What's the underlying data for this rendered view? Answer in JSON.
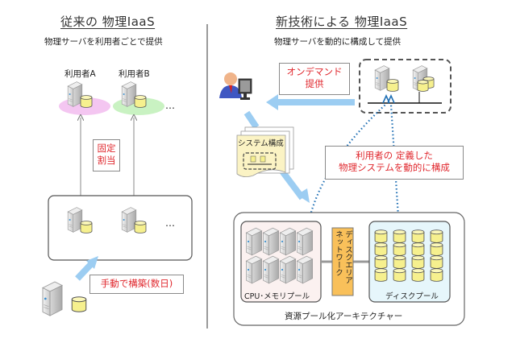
{
  "left": {
    "title": "従来の 物理IaaS",
    "subtitle": "物理サーバを利用者ごとで提供",
    "users": [
      {
        "label": "利用者A",
        "halo_color": "#f4c6f1"
      },
      {
        "label": "利用者B",
        "halo_color": "#c9f2c2"
      }
    ],
    "ellipsis_top": "…",
    "ellipsis_bottom": "…",
    "fixed_label_line1": "固定",
    "fixed_label_line2": "割当",
    "manual_label": "手動で構築(数日)"
  },
  "right": {
    "title": "新技術による 物理IaaS",
    "subtitle": "物理サーバを動的に構成して提供",
    "ondemand_line1": "オンデマンド",
    "ondemand_line2": "提供",
    "system_config_label": "システム構成",
    "dynamic_line1": "利用者の 定義した",
    "dynamic_line2": "物理システムを動的に構成",
    "cpu_pool_label": "CPU･メモリプール",
    "network_line1": "ディスクエリア",
    "network_line2": "ネットワーク",
    "disk_pool_label": "ディスクプール",
    "architecture_label": "資源プール化アーキテクチャー"
  },
  "colors": {
    "accent_red": "#e0282e",
    "arrow_blue": "#9ccdf2",
    "dotted_blue": "#1f6fb4",
    "disk_yellow": "#f6f08e",
    "network_orange": "#f9c05a",
    "cpu_pool_bg": "#fbf1f0",
    "disk_pool_bg": "#e6f6fb"
  }
}
